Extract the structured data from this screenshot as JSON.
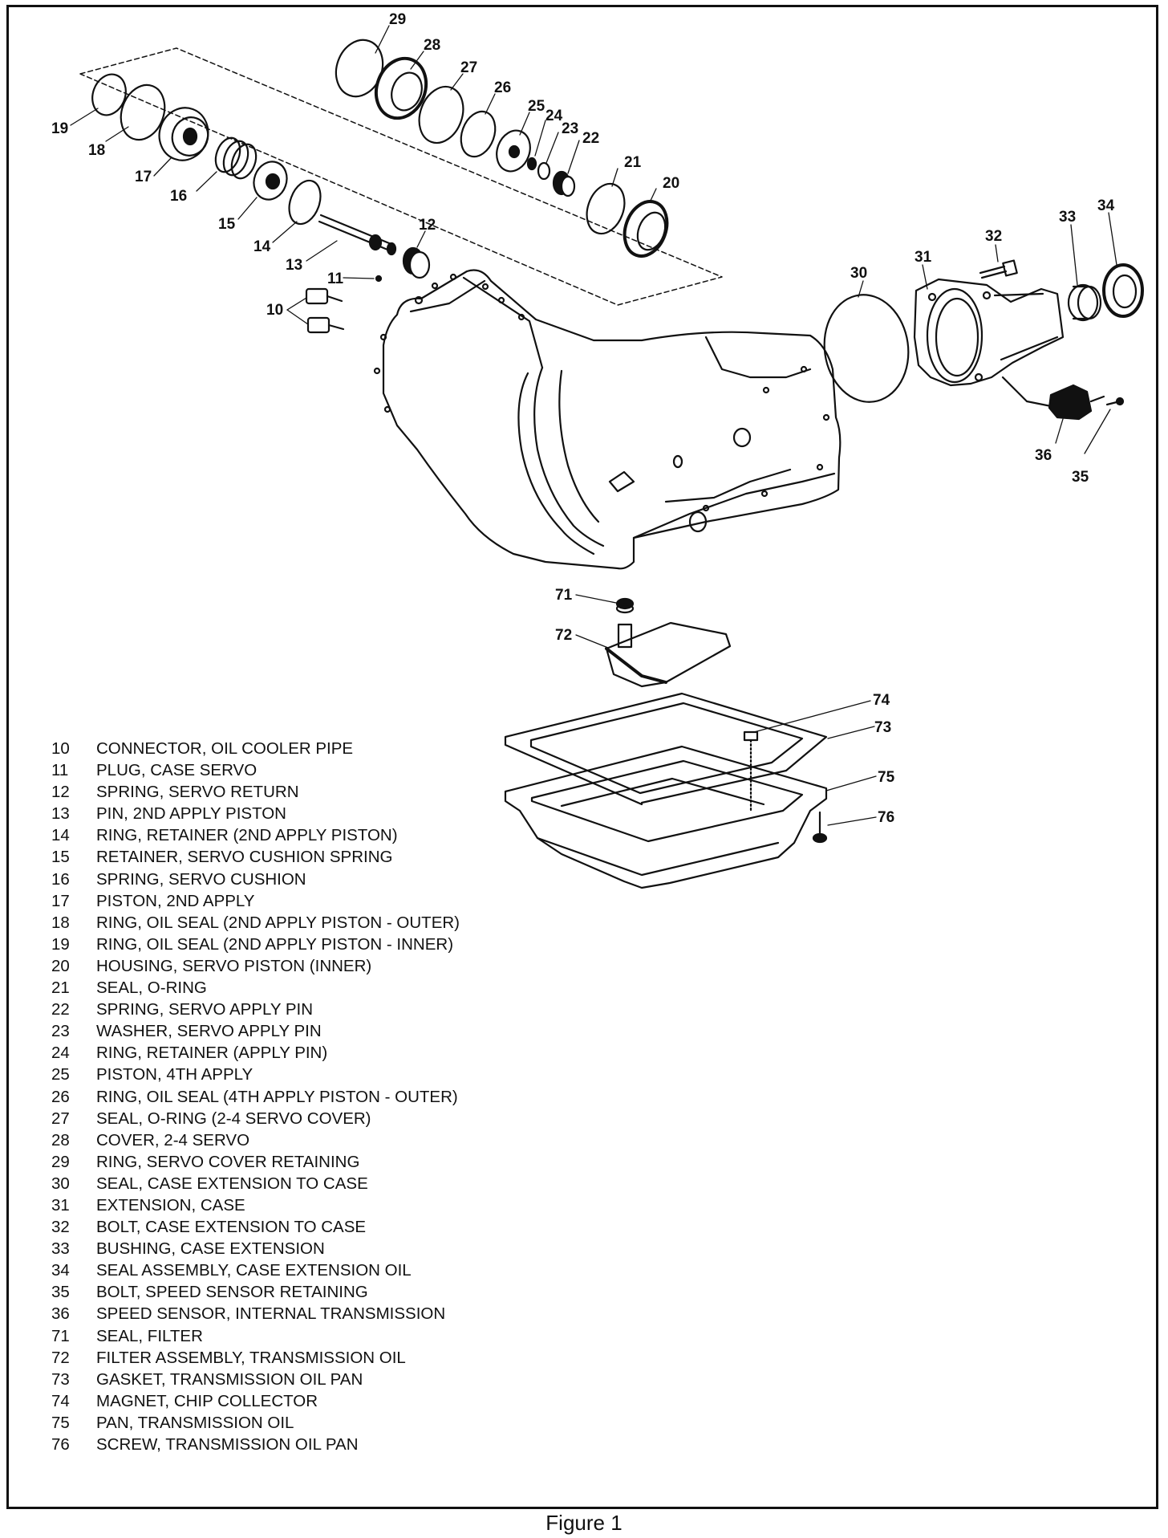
{
  "callouts": [
    "10",
    "11",
    "12",
    "13",
    "14",
    "15",
    "16",
    "17",
    "18",
    "19",
    "20",
    "21",
    "22",
    "23",
    "24",
    "25",
    "26",
    "27",
    "28",
    "29",
    "30",
    "31",
    "32",
    "33",
    "34",
    "35",
    "36",
    "71",
    "72",
    "73",
    "74",
    "75",
    "76"
  ],
  "parts": [
    {
      "num": "10",
      "desc": "CONNECTOR, OIL COOLER PIPE"
    },
    {
      "num": "11",
      "desc": "PLUG, CASE SERVO"
    },
    {
      "num": "12",
      "desc": "SPRING, SERVO RETURN"
    },
    {
      "num": "13",
      "desc": "PIN, 2ND APPLY PISTON"
    },
    {
      "num": "14",
      "desc": "RING, RETAINER (2ND APPLY PISTON)"
    },
    {
      "num": "15",
      "desc": "RETAINER, SERVO CUSHION SPRING"
    },
    {
      "num": "16",
      "desc": "SPRING, SERVO CUSHION"
    },
    {
      "num": "17",
      "desc": "PISTON, 2ND APPLY"
    },
    {
      "num": "18",
      "desc": "RING, OIL SEAL (2ND APPLY PISTON - OUTER)"
    },
    {
      "num": "19",
      "desc": "RING, OIL SEAL (2ND APPLY PISTON - INNER)"
    },
    {
      "num": "20",
      "desc": "HOUSING, SERVO PISTON (INNER)"
    },
    {
      "num": "21",
      "desc": "SEAL, O-RING"
    },
    {
      "num": "22",
      "desc": "SPRING, SERVO APPLY PIN"
    },
    {
      "num": "23",
      "desc": "WASHER, SERVO APPLY PIN"
    },
    {
      "num": "24",
      "desc": "RING, RETAINER (APPLY PIN)"
    },
    {
      "num": "25",
      "desc": "PISTON, 4TH APPLY"
    },
    {
      "num": "26",
      "desc": "RING, OIL SEAL (4TH APPLY PISTON - OUTER)"
    },
    {
      "num": "27",
      "desc": "SEAL, O-RING (2-4 SERVO COVER)"
    },
    {
      "num": "28",
      "desc": "COVER, 2-4 SERVO"
    },
    {
      "num": "29",
      "desc": "RING, SERVO COVER RETAINING"
    },
    {
      "num": "30",
      "desc": "SEAL, CASE EXTENSION TO CASE"
    },
    {
      "num": "31",
      "desc": "EXTENSION, CASE"
    },
    {
      "num": "32",
      "desc": "BOLT, CASE EXTENSION TO CASE"
    },
    {
      "num": "33",
      "desc": "BUSHING, CASE EXTENSION"
    },
    {
      "num": "34",
      "desc": "SEAL ASSEMBLY, CASE EXTENSION OIL"
    },
    {
      "num": "35",
      "desc": "BOLT, SPEED SENSOR RETAINING"
    },
    {
      "num": "36",
      "desc": "SPEED SENSOR, INTERNAL TRANSMISSION"
    },
    {
      "num": "71",
      "desc": "SEAL, FILTER"
    },
    {
      "num": "72",
      "desc": "FILTER ASSEMBLY, TRANSMISSION OIL"
    },
    {
      "num": "73",
      "desc": "GASKET, TRANSMISSION OIL PAN"
    },
    {
      "num": "74",
      "desc": "MAGNET, CHIP COLLECTOR"
    },
    {
      "num": "75",
      "desc": "PAN, TRANSMISSION OIL"
    },
    {
      "num": "76",
      "desc": "SCREW, TRANSMISSION OIL PAN"
    }
  ],
  "caption": "Figure 1"
}
